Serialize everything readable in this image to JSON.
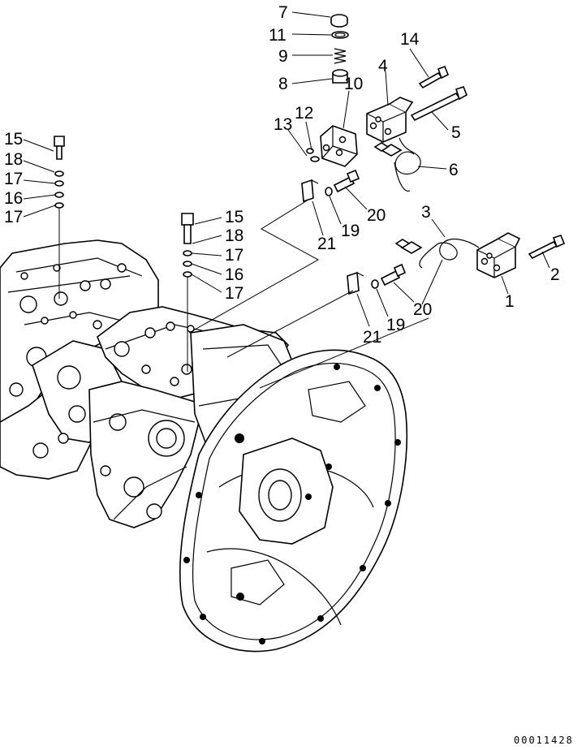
{
  "callouts": [
    {
      "id": "p7",
      "label": "7"
    },
    {
      "id": "p11",
      "label": "11"
    },
    {
      "id": "p9",
      "label": "9"
    },
    {
      "id": "p8",
      "label": "8"
    },
    {
      "id": "p10",
      "label": "10"
    },
    {
      "id": "p14",
      "label": "14"
    },
    {
      "id": "p4",
      "label": "4"
    },
    {
      "id": "p5",
      "label": "5"
    },
    {
      "id": "p12",
      "label": "12"
    },
    {
      "id": "p13",
      "label": "13"
    },
    {
      "id": "p6",
      "label": "6"
    },
    {
      "id": "p15a",
      "label": "15"
    },
    {
      "id": "p18a",
      "label": "18"
    },
    {
      "id": "p17a",
      "label": "17"
    },
    {
      "id": "p16a",
      "label": "16"
    },
    {
      "id": "p17b",
      "label": "17"
    },
    {
      "id": "p15b",
      "label": "15"
    },
    {
      "id": "p18b",
      "label": "18"
    },
    {
      "id": "p17c",
      "label": "17"
    },
    {
      "id": "p16b",
      "label": "16"
    },
    {
      "id": "p17d",
      "label": "17"
    },
    {
      "id": "p20a",
      "label": "20"
    },
    {
      "id": "p19a",
      "label": "19"
    },
    {
      "id": "p21a",
      "label": "21"
    },
    {
      "id": "p3",
      "label": "3"
    },
    {
      "id": "p2",
      "label": "2"
    },
    {
      "id": "p1",
      "label": "1"
    },
    {
      "id": "p20b",
      "label": "20"
    },
    {
      "id": "p19b",
      "label": "19"
    },
    {
      "id": "p21b",
      "label": "21"
    }
  ],
  "catalog_code": "00011428"
}
